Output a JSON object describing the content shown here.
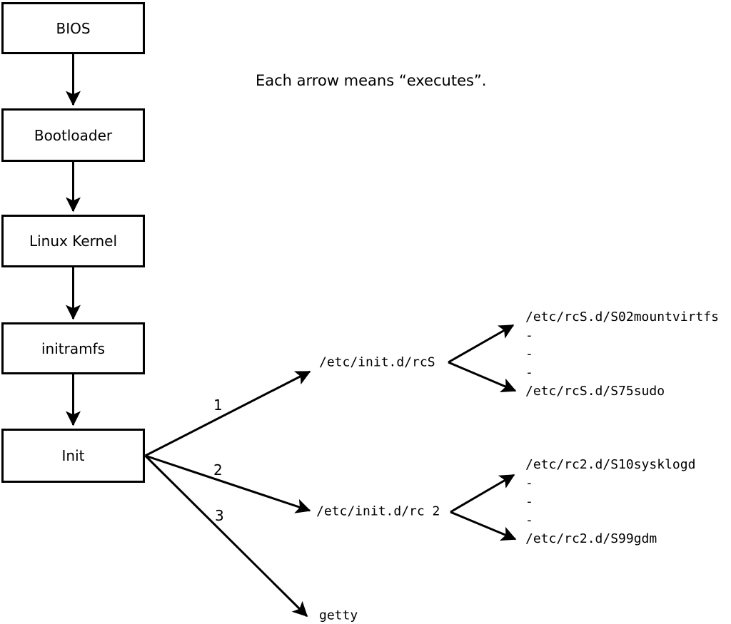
{
  "caption": "Each arrow means “executes”.",
  "nodes": [
    {
      "label": "BIOS"
    },
    {
      "label": "Bootloader"
    },
    {
      "label": "Linux Kernel"
    },
    {
      "label": "initramfs"
    },
    {
      "label": "Init"
    }
  ],
  "edge_labels": {
    "one": "1",
    "two": "2",
    "three": "3"
  },
  "scripts": {
    "rcS": {
      "label": "/etc/init.d/rcS",
      "children": [
        "/etc/rcS.d/S02mountvirtfs",
        "-",
        "-",
        "-",
        "/etc/rcS.d/S75sudo"
      ]
    },
    "rc2": {
      "label": "/etc/init.d/rc 2",
      "children": [
        "/etc/rc2.d/S10sysklogd",
        "-",
        "-",
        "-",
        "/etc/rc2.d/S99gdm"
      ]
    },
    "getty": {
      "label": "getty"
    }
  },
  "colors": {
    "line": "#000000",
    "background": "#ffffff"
  }
}
